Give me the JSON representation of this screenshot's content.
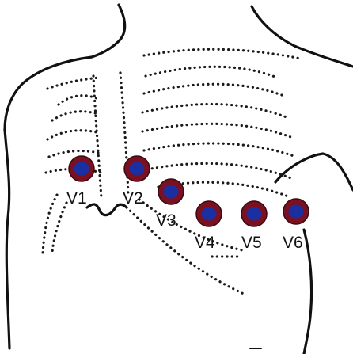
{
  "colors": {
    "electrode_ring": "#7a1020",
    "electrode_center": "#1b2fa0",
    "outline": "#111111"
  },
  "electrodes": [
    {
      "label": "V1"
    },
    {
      "label": "V2"
    },
    {
      "label": "V3"
    },
    {
      "label": "V4"
    },
    {
      "label": "V5"
    },
    {
      "label": "V6"
    }
  ]
}
